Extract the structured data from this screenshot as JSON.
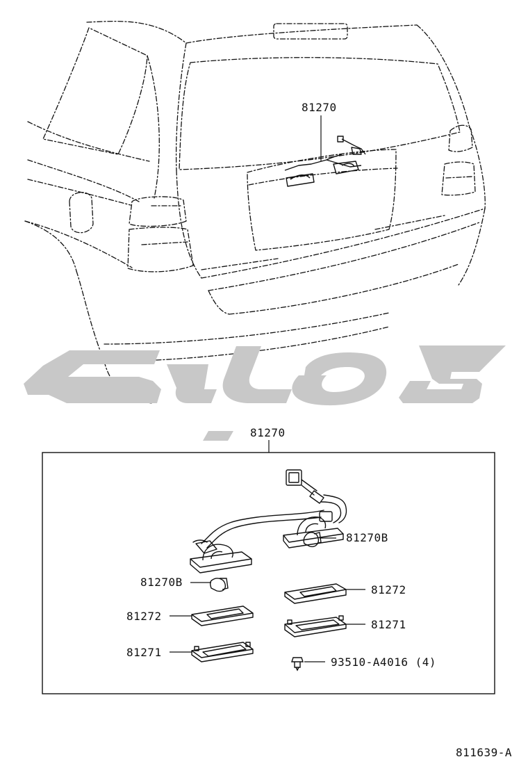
{
  "diagram": {
    "colors": {
      "line": "#111111",
      "watermark": "#c8c8c8",
      "background": "#ffffff"
    },
    "watermark_icon": "brand-watermark-logo",
    "labels": {
      "top_part": "81270",
      "assembly_part": "81270",
      "bulb_right": "81270B",
      "bulb_left": "81270B",
      "lens_right": "81272",
      "lens_left": "81272",
      "cover_right": "81271",
      "cover_left": "81271",
      "screw": "93510-A4016 (4)",
      "figure_code": "811639-A"
    }
  }
}
